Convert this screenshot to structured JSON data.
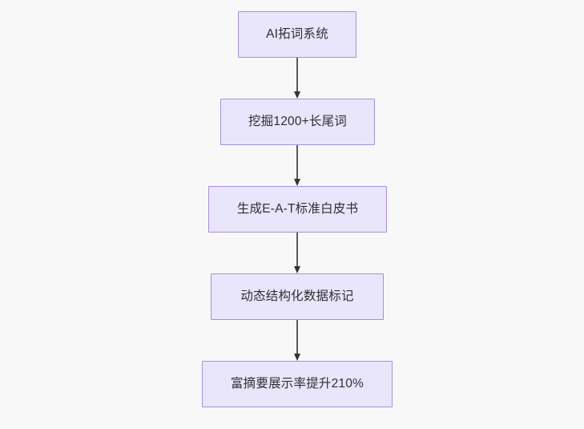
{
  "diagram": {
    "type": "flowchart",
    "direction": "top-to-bottom",
    "background_color": "#f8f8f9",
    "node_fill_color": "#e9e5fa",
    "node_border_color": "#a98fd8",
    "node_text_color": "#2f2f33",
    "connector_color": "#5a5a5a",
    "arrowhead_color": "#333333",
    "nodes": [
      {
        "id": "node-0",
        "label": "AI拓词系统"
      },
      {
        "id": "node-1",
        "label": "挖掘1200+长尾词"
      },
      {
        "id": "node-2",
        "label": "生成E-A-T标准白皮书"
      },
      {
        "id": "node-3",
        "label": "动态结构化数据标记"
      },
      {
        "id": "node-4",
        "label": "富摘要展示率提升210%"
      }
    ],
    "edges": [
      {
        "from": "node-0",
        "to": "node-1",
        "label": ""
      },
      {
        "from": "node-1",
        "to": "node-2",
        "label": ""
      },
      {
        "from": "node-2",
        "to": "node-3",
        "label": ""
      },
      {
        "from": "node-3",
        "to": "node-4",
        "label": ""
      }
    ]
  }
}
